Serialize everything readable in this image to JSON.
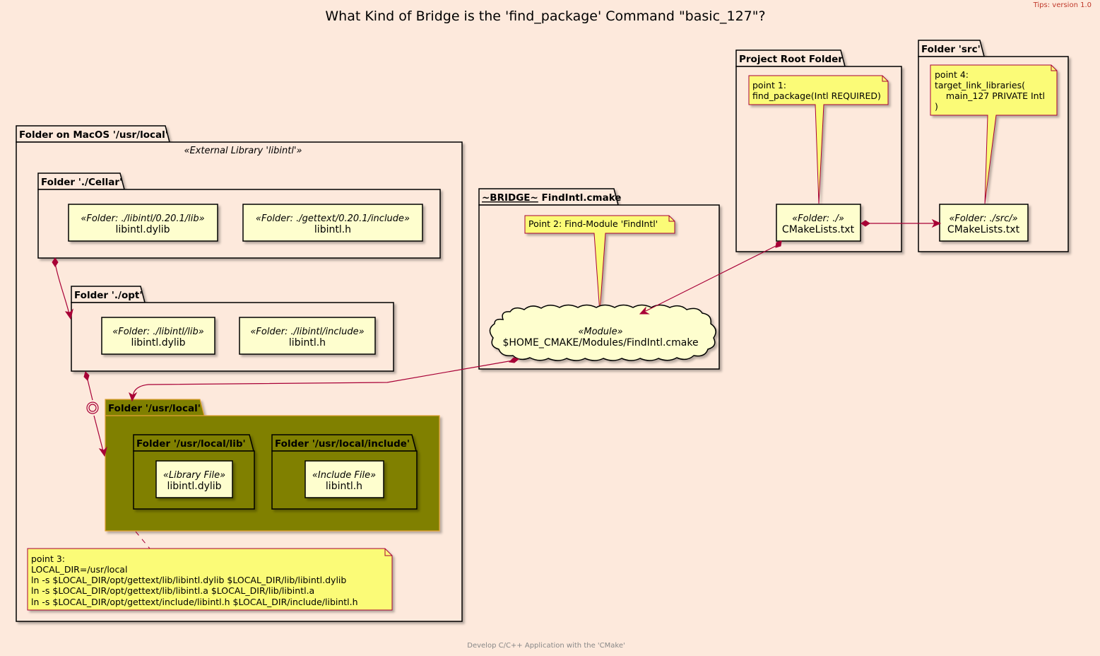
{
  "title": "What Kind of Bridge is the 'find_package' Command \"basic_127\"?",
  "tips": "Tips: version 1.0",
  "footer": "Develop C/C++ Application with the 'CMake'",
  "macos_folder": {
    "label": "Folder on MacOS '/usr/local'",
    "stereotype": "«External Library 'libintl'»"
  },
  "cellar": {
    "label": "Folder './Cellar'",
    "lib_node": {
      "stereotype": "«Folder: ./libintl/0.20.1/lib»",
      "label": "libintl.dylib"
    },
    "include_node": {
      "stereotype": "«Folder: ./gettext/0.20.1/include»",
      "label": "libintl.h"
    }
  },
  "opt": {
    "label": "Folder './opt'",
    "lib_node": {
      "stereotype": "«Folder: ./libintl/lib»",
      "label": "libintl.dylib"
    },
    "include_node": {
      "stereotype": "«Folder: ./libintl/include»",
      "label": "libintl.h"
    }
  },
  "usr_local": {
    "label": "Folder '/usr/local'",
    "lib_folder": {
      "label": "Folder '/usr/local/lib'",
      "node": {
        "stereotype": "«Library File»",
        "label": "libintl.dylib"
      }
    },
    "include_folder": {
      "label": "Folder '/usr/local/include'",
      "node": {
        "stereotype": "«Include File»",
        "label": "libintl.h"
      }
    }
  },
  "note3": {
    "lines": [
      "point 3:",
      "LOCAL_DIR=/usr/local",
      "ln -s $LOCAL_DIR/opt/gettext/lib/libintl.dylib $LOCAL_DIR/lib/libintl.dylib",
      "ln -s $LOCAL_DIR/opt/gettext/lib/libintl.a $LOCAL_DIR/lib/libintl.a",
      "ln -s $LOCAL_DIR/opt/gettext/include/libintl.h $LOCAL_DIR/include/libintl.h"
    ]
  },
  "bridge": {
    "label_prefix": "~BRIDGE~",
    "label_suffix": " FindIntl.cmake",
    "note": "Point 2: Find-Module 'FindIntl'",
    "module": {
      "stereotype": "«Module»",
      "label": "$HOME_CMAKE/Modules/FindIntl.cmake"
    }
  },
  "project_root": {
    "label": "Project Root Folder",
    "note_lines": [
      "point 1:",
      "find_package(Intl REQUIRED)"
    ],
    "node": {
      "stereotype": "«Folder: ./»",
      "label": "CMakeLists.txt"
    }
  },
  "src": {
    "label": "Folder 'src'",
    "note_lines": [
      "point 4:",
      "target_link_libraries(",
      "    main_127 PRIVATE Intl",
      ")"
    ],
    "node": {
      "stereotype": "«Folder: ./src/»",
      "label": "CMakeLists.txt"
    }
  }
}
